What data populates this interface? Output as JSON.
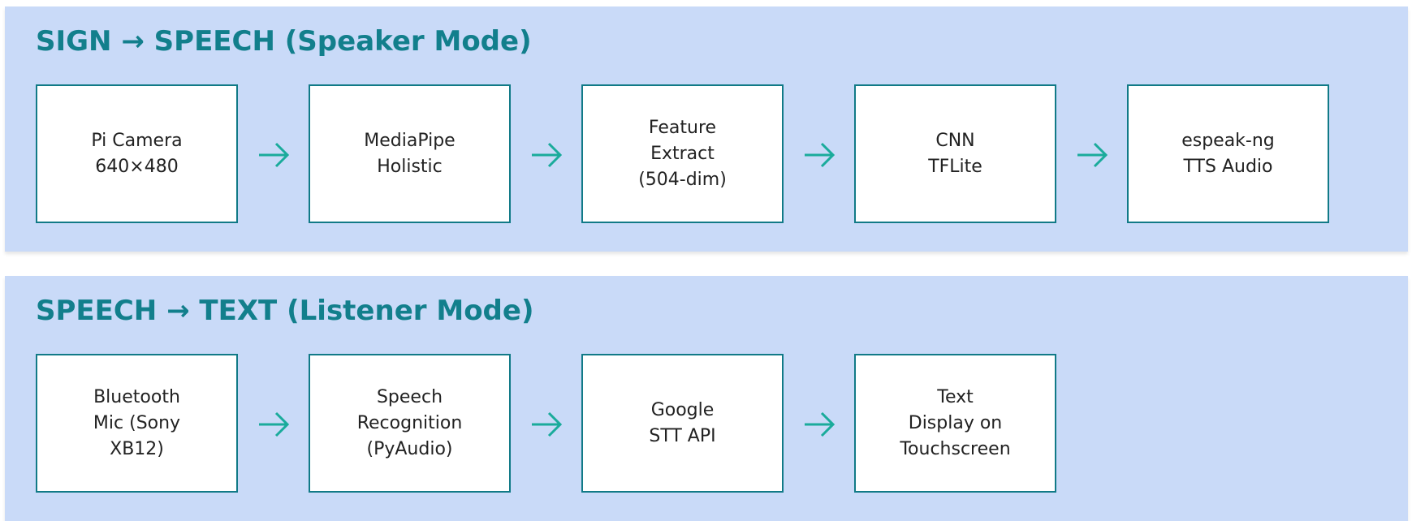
{
  "sign_to_speech": {
    "title": "SIGN → SPEECH (Speaker Mode)",
    "steps": [
      {
        "label": "Pi Camera\n640×480"
      },
      {
        "label": "MediaPipe\nHolistic"
      },
      {
        "label": "Feature\nExtract\n(504-dim)"
      },
      {
        "label": "CNN\nTFLite"
      },
      {
        "label": "espeak-ng\nTTS Audio"
      }
    ]
  },
  "speech_to_text": {
    "title": "SPEECH → TEXT (Listener Mode)",
    "steps": [
      {
        "label": "Bluetooth\nMic (Sony\nXB12)"
      },
      {
        "label": "Speech\nRecognition\n(PyAudio)"
      },
      {
        "label": "Google\nSTT API"
      },
      {
        "label": "Text\nDisplay on\nTouchscreen"
      }
    ]
  },
  "colors": {
    "panel_background": "#c9daf8",
    "title_text": "#127f8c",
    "box_border": "#117a87",
    "arrow": "#1aab9b"
  },
  "icons": {
    "connector": "arrow-right-icon"
  }
}
